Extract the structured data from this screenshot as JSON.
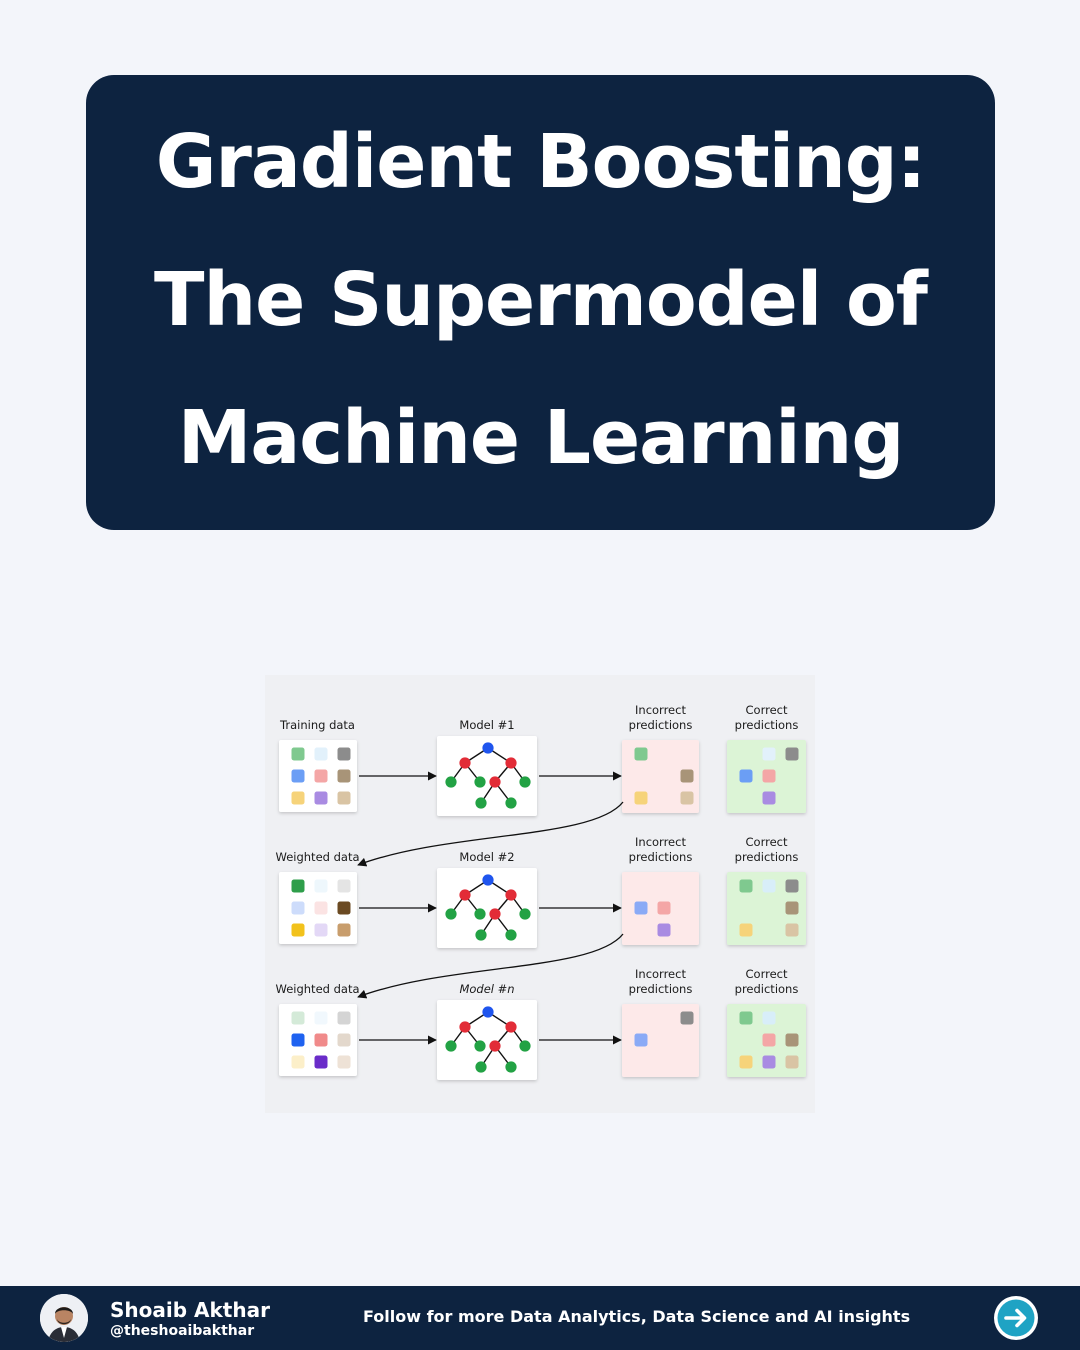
{
  "title": {
    "line1": "Gradient Boosting:",
    "line2": "The Supermodel of",
    "line3": "Machine Learning"
  },
  "diagram": {
    "rows": [
      {
        "input_label": "Training data",
        "model_label": "Model #1",
        "model_italic": false,
        "incorrect_label": [
          "Incorrect",
          "predictions"
        ],
        "correct_label": [
          "Correct",
          "predictions"
        ],
        "input_cells": [
          "#7fc98f",
          "#e2f1fb",
          "#8c8c8c",
          "#6b9ef5",
          "#f4a6a6",
          "#a89478",
          "#f6d37a",
          "#a98be2",
          "#d9c4a4"
        ],
        "incorrect_cells": [
          "#7fc98f",
          null,
          null,
          null,
          null,
          "#a89478",
          "#f6d37a",
          null,
          "#d9c4a4"
        ],
        "correct_cells": [
          null,
          "#e2f1fb",
          "#8c8c8c",
          "#6b9ef5",
          "#f4a6a6",
          null,
          null,
          "#a98be2",
          null
        ]
      },
      {
        "input_label": "Weighted data",
        "model_label": "Model #2",
        "model_italic": false,
        "incorrect_label": [
          "Incorrect",
          "predictions"
        ],
        "correct_label": [
          "Correct",
          "predictions"
        ],
        "input_cells": [
          "#2e9e4a",
          "#eef7fc",
          "#e4e4e4",
          "#cddcfb",
          "#fbe3e3",
          "#6b4a22",
          "#f2c21c",
          "#e3d8f6",
          "#c89d6c"
        ],
        "incorrect_cells": [
          null,
          null,
          null,
          "#8aaaf6",
          "#f4a6a6",
          null,
          null,
          "#a98be2",
          null
        ],
        "correct_cells": [
          "#7fc98f",
          "#d8eef9",
          "#8c8c8c",
          null,
          null,
          "#a89478",
          "#f6d37a",
          null,
          "#d9c4a4"
        ]
      },
      {
        "input_label": "Weighted data",
        "model_label": "Model #n",
        "model_italic": true,
        "incorrect_label": [
          "Incorrect",
          "predictions"
        ],
        "correct_label": [
          "Correct",
          "predictions"
        ],
        "input_cells": [
          "#d4ead8",
          "#f1f8fd",
          "#d4d4d4",
          "#1f62f0",
          "#f08a8a",
          "#e3d8cc",
          "#fcefc9",
          "#6a2cc9",
          "#eee2d6"
        ],
        "incorrect_cells": [
          null,
          null,
          "#8c8c8c",
          "#8aaaf6",
          null,
          null,
          null,
          null,
          null
        ],
        "correct_cells": [
          "#7fc98f",
          "#d8eef9",
          null,
          null,
          "#f4a6a6",
          "#a89478",
          "#f6d37a",
          "#a98be2",
          "#d9c4a4"
        ]
      }
    ]
  },
  "colors": {
    "title_bg": "#0d2340",
    "page_bg": "#f3f5fa",
    "accent_teal": "#1fa3c4",
    "tree_root": "#1f55ee",
    "tree_mid": "#e22c37",
    "tree_leaf": "#22a244",
    "incorrect_bg": "#fde9e9",
    "correct_bg": "#dcf4d6"
  },
  "footer": {
    "author_name": "Shoaib Akthar",
    "author_handle": "@theshoaibakthar",
    "tagline": "Follow for more Data Analytics, Data Science and AI insights",
    "avatar_icon": "avatar-icon",
    "next_icon": "arrow-right-circle-icon"
  }
}
